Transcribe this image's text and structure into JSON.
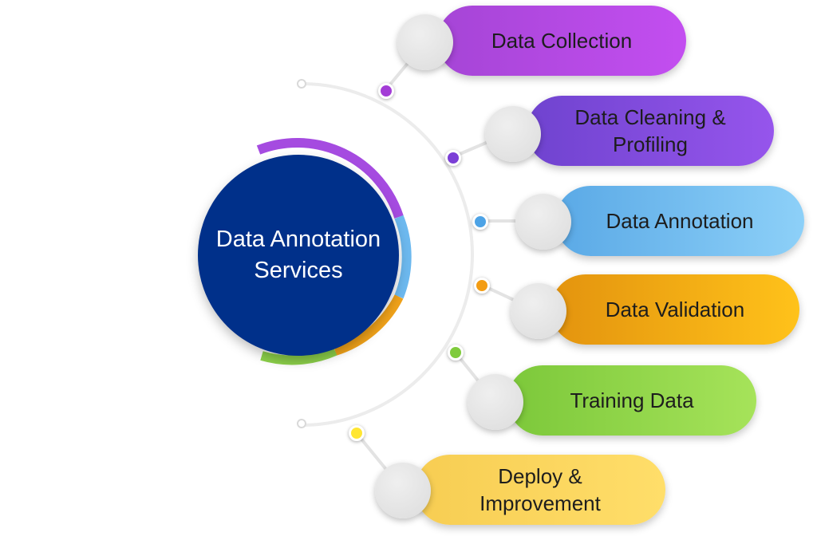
{
  "hub": {
    "line1": "Data Annotation",
    "line2": "Services",
    "color": "#00308a"
  },
  "steps": [
    {
      "line1": "Data Collection",
      "line2": "",
      "gradient": [
        "#a545d6",
        "#c34ef0"
      ],
      "dot": "#a33cd6"
    },
    {
      "line1": "Data Cleaning &",
      "line2": "Profiling",
      "gradient": [
        "#6f43cf",
        "#9655ec"
      ],
      "dot": "#7b3fd6"
    },
    {
      "line1": "Data Annotation",
      "line2": "",
      "gradient": [
        "#5aa9e6",
        "#8dd0f8"
      ],
      "dot": "#4da3e6"
    },
    {
      "line1": "Data Validation",
      "line2": "",
      "gradient": [
        "#e3930e",
        "#ffc21a"
      ],
      "dot": "#f39c12"
    },
    {
      "line1": "Training Data",
      "line2": "",
      "gradient": [
        "#7cc83a",
        "#a6e35a"
      ],
      "dot": "#7fcb3c"
    },
    {
      "line1": "Deploy &",
      "line2": "Improvement",
      "gradient": [
        "#f7cd52",
        "#ffde6a"
      ],
      "dot": "#ffe633"
    }
  ]
}
